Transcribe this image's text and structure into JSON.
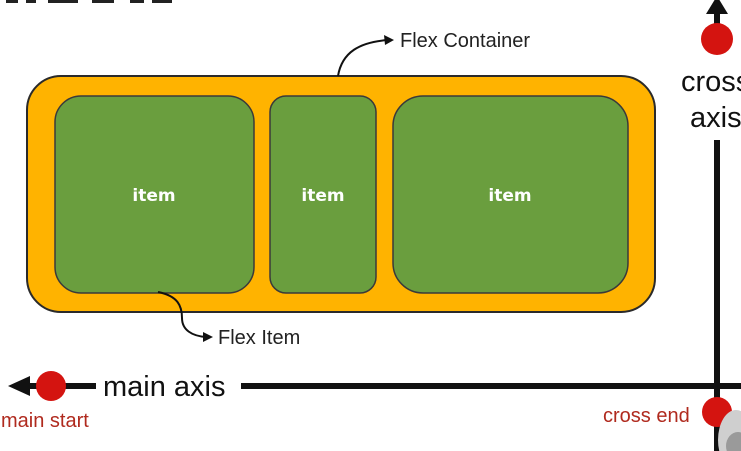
{
  "diagram": {
    "container_label": "Flex Container",
    "item_label": "Flex Item",
    "items": [
      "item",
      "item",
      "item"
    ],
    "main_axis_label": "main axis",
    "main_start_label": "main start",
    "cross_axis_label_line1": "cross",
    "cross_axis_label_line2": "axis",
    "cross_end_label": "cross end",
    "colors": {
      "container_fill": "#FFB300",
      "container_stroke": "#2a2a2a",
      "item_fill": "#6A9E3E",
      "item_stroke": "#3a3a3a",
      "item_text": "#ffffff",
      "axis": "#111111",
      "marker": "#D41410",
      "marker_label": "#B02A1E",
      "annotation_text": "#222222"
    }
  }
}
